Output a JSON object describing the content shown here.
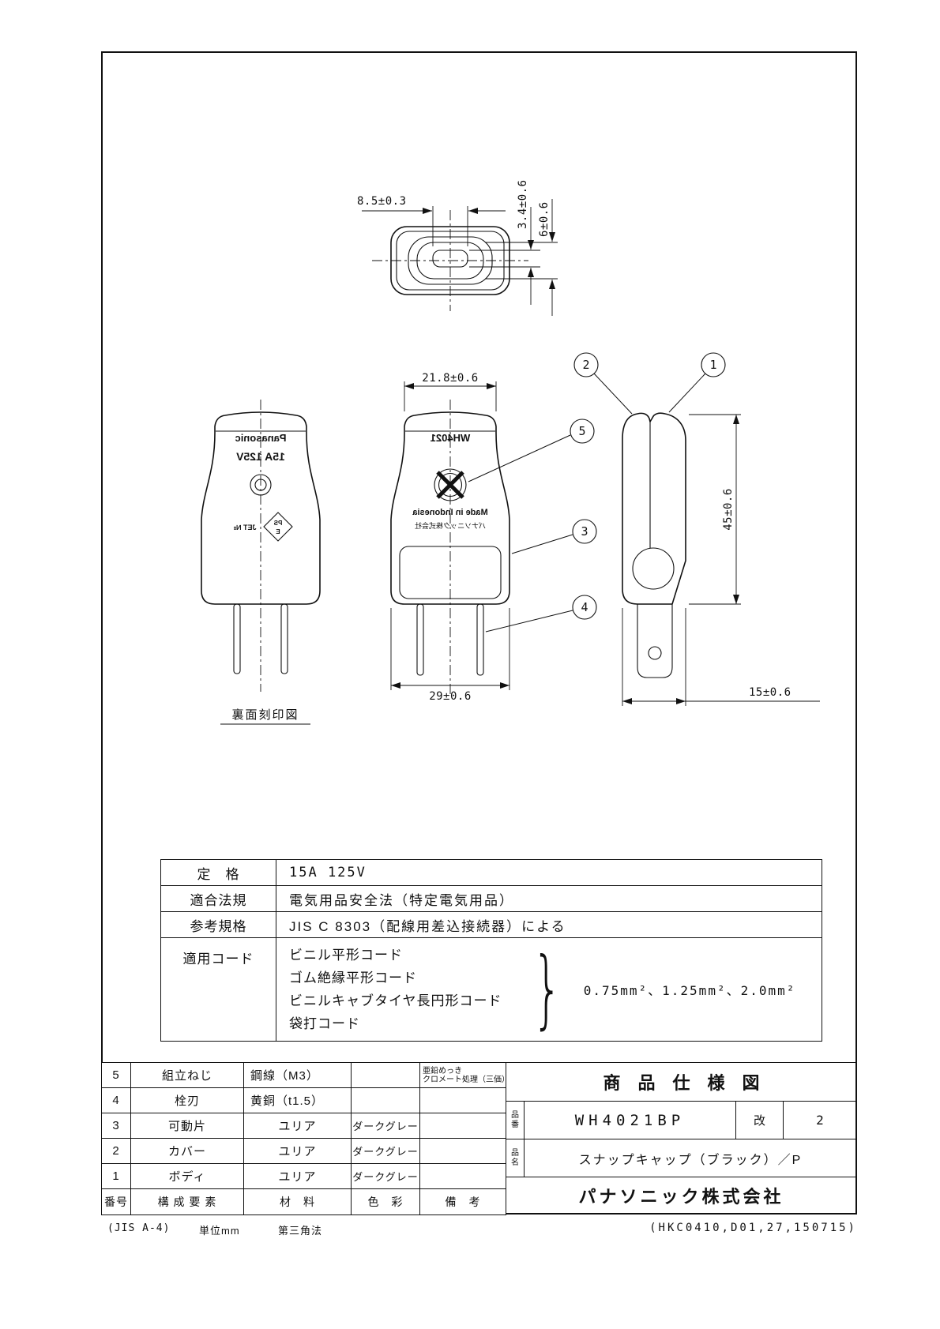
{
  "drawing": {
    "rear_view_label": "裏面刻印図",
    "balloons": {
      "b1": "1",
      "b2": "2",
      "b3": "3",
      "b4": "4",
      "b5": "5"
    },
    "dimensions": {
      "slot_width": "8.5±0.3",
      "slot_height": "3.4±0.6",
      "boss_height": "6±0.6",
      "cover_top_width": "21.8±0.6",
      "body_width": "29±0.6",
      "body_height": "45±0.6",
      "side_width": "15±0.6"
    },
    "engravings": {
      "brand": "Panasonic",
      "rating": "15A 125V",
      "model": "WH4021",
      "origin": "Made in Indonesia",
      "company": "パナソニック株式会社",
      "ps": "PS",
      "e": "E",
      "jet": "JET №"
    }
  },
  "spec_table": {
    "rating_label": "定　格",
    "rating_value": "15A  125V",
    "law_label": "適合法規",
    "law_value": "電気用品安全法（特定電気用品）",
    "std_label": "参考規格",
    "std_value": "JIS C 8303（配線用差込接続器）による",
    "cord_label": "適用コード",
    "cord_lines": [
      "ビニル平形コード",
      "ゴム絶縁平形コード",
      "ビニルキャブタイヤ長円形コード",
      "袋打コード"
    ],
    "brace": "}",
    "cord_sizes": "0.75mm²、1.25mm²、2.0mm²"
  },
  "parts_table": {
    "headers": {
      "no": "番号",
      "component": "構 成 要 素",
      "material": "材　料",
      "color": "色　彩",
      "note": "備　考"
    },
    "rows": [
      {
        "no": "5",
        "component": "組立ねじ",
        "material": "鋼線（M3）",
        "color": "",
        "note1": "亜鉛めっき",
        "note2": "クロメート処理（三価）"
      },
      {
        "no": "4",
        "component": "栓刃",
        "material": "黄銅（t1.5）",
        "color": "",
        "note1": "",
        "note2": ""
      },
      {
        "no": "3",
        "component": "可動片",
        "material": "ユリア",
        "color": "ダークグレー",
        "note1": "",
        "note2": ""
      },
      {
        "no": "2",
        "component": "カバー",
        "material": "ユリア",
        "color": "ダークグレー",
        "note1": "",
        "note2": ""
      },
      {
        "no": "1",
        "component": "ボディ",
        "material": "ユリア",
        "color": "ダークグレー",
        "note1": "",
        "note2": ""
      }
    ]
  },
  "title_block": {
    "title": "商　品　仕　様　図",
    "part_no_label": "品番",
    "part_no": "WH4021BP",
    "rev_label": "改",
    "rev": "2",
    "name_label": "品名",
    "product_name": "スナップキャップ（ブラック）／P",
    "company": "パナソニック株式会社"
  },
  "footer": {
    "paper": "(JIS A-4)",
    "unit": "単位mm",
    "projection": "第三角法",
    "doc_code": "(HKC0410,D01,27,150715)"
  }
}
